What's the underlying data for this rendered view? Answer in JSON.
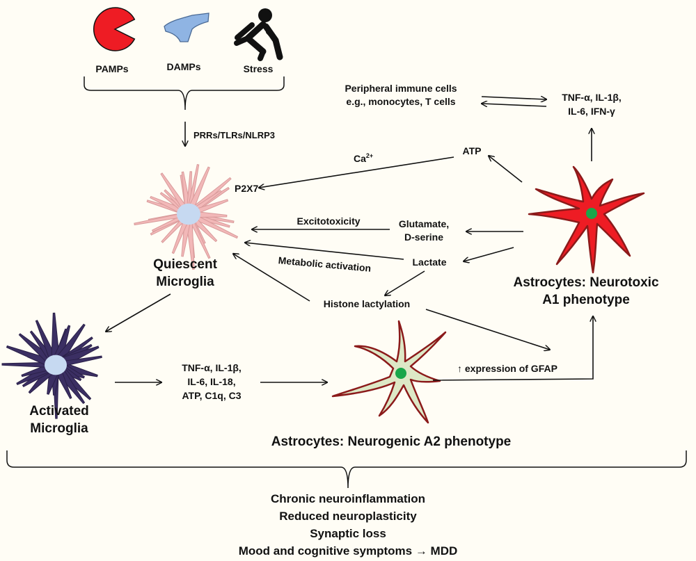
{
  "triggers": {
    "pamps": "PAMPs",
    "damps": "DAMPs",
    "stress": "Stress"
  },
  "receptors": "PRRs/TLRs/NLRP3",
  "immune": {
    "line1": "Peripheral immune cells",
    "line2": "e.g., monocytes, T cells"
  },
  "cytokines_top": {
    "line1": "TNF-α, IL-1β,",
    "line2": "IL-6, IFN-γ"
  },
  "atp": "ATP",
  "calcium": "Ca",
  "calcium_sup": "2+",
  "p2x7": "P2X7",
  "excitotoxicity": "Excitotoxicity",
  "glutamate": {
    "line1": "Glutamate,",
    "line2": "D-serine"
  },
  "metabolic": "Metabolic activation",
  "lactate": "Lactate",
  "histone": "Histone lactylation",
  "quiescent": {
    "line1": "Quiescent",
    "line2": "Microglia"
  },
  "activated": {
    "line1": "Activated",
    "line2": "Microglia"
  },
  "cytokines_mid": {
    "line1": "TNF-α, IL-1β,",
    "line2": "IL-6, IL-18,",
    "line3": "ATP, C1q, C3"
  },
  "a1": {
    "line1": "Astrocytes: Neurotoxic",
    "line2": "A1 phenotype"
  },
  "a2": "Astrocytes: Neurogenic A2 phenotype",
  "gfap": "↑ expression of GFAP",
  "outcomes": [
    "Chronic neuroinflammation",
    "Reduced neuroplasticity",
    "Synaptic loss",
    "Mood and cognitive symptoms → MDD"
  ],
  "colors": {
    "pamps": "#ee1c24",
    "damps": "#8fb4e3",
    "quiescent_processes": "#f2b8b8",
    "microglia_nucleus": "#c6d9f1",
    "activated": "#3b2f63",
    "a1_fill": "#ee1c24",
    "a1_stroke": "#8b1a1a",
    "a2_fill": "#dde8c6",
    "a2_stroke": "#8b1a1a",
    "astro_nucleus": "#1aa64a"
  }
}
